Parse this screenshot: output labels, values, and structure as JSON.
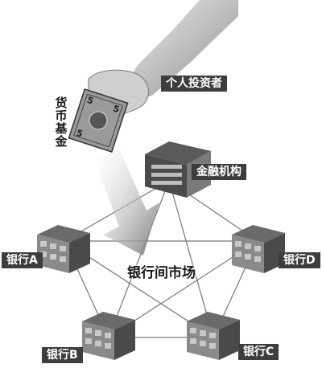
{
  "labels": {
    "investor": "个人投资者",
    "fund": "货币基金",
    "institution": "金融机构",
    "market": "银行间市场",
    "bank_a": "银行A",
    "bank_b": "银行B",
    "bank_c": "银行C",
    "bank_d": "银行D"
  },
  "banknote_digits": [
    "5",
    "5",
    "5"
  ],
  "colors": {
    "building_dark": "#4a4a4a",
    "building_light": "#8a8a8a",
    "label_bg": "#3d3d3d",
    "arrow": "#8e8e8e"
  }
}
